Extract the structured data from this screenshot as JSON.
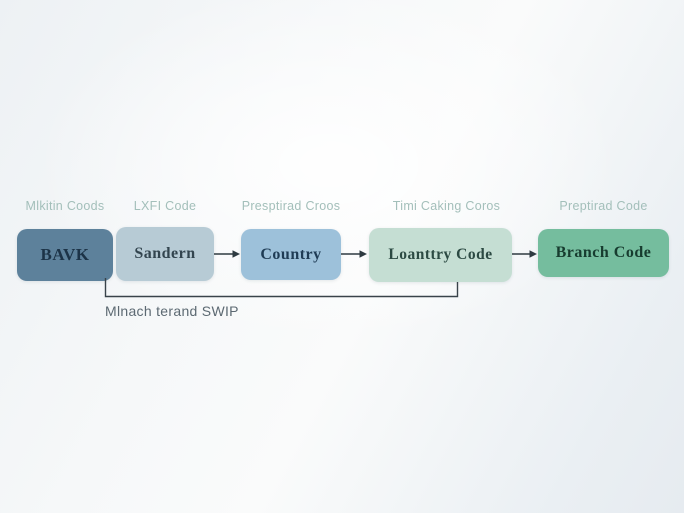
{
  "diagram": {
    "caption": "Mlnach terand SWIP",
    "nodes": [
      {
        "label": "BAVK",
        "top_label": "Mlkitin Coods",
        "fill": "#5d819b",
        "text_color": "#1c3347"
      },
      {
        "label": "Sandern",
        "top_label": "LXFI Code",
        "fill": "#b7cbd5",
        "text_color": "#33454f"
      },
      {
        "label": "Country",
        "top_label": "Presptirad Croos",
        "fill": "#9dc1da",
        "text_color": "#1f3c55"
      },
      {
        "label": "Loanttry Code",
        "top_label": "Timi Caking Coros",
        "fill": "#c5ded3",
        "text_color": "#2c4a43"
      },
      {
        "label": "Branch Code",
        "top_label": "Preptirad Code",
        "fill": "#75bd9e",
        "text_color": "#173c2f"
      }
    ],
    "colors": {
      "top_label_text": "#a3bfba",
      "caption_text": "#5c6972",
      "connector_line": "#39434a",
      "background_light": "#fafbfb",
      "background_edge": "#e8edf1"
    }
  }
}
